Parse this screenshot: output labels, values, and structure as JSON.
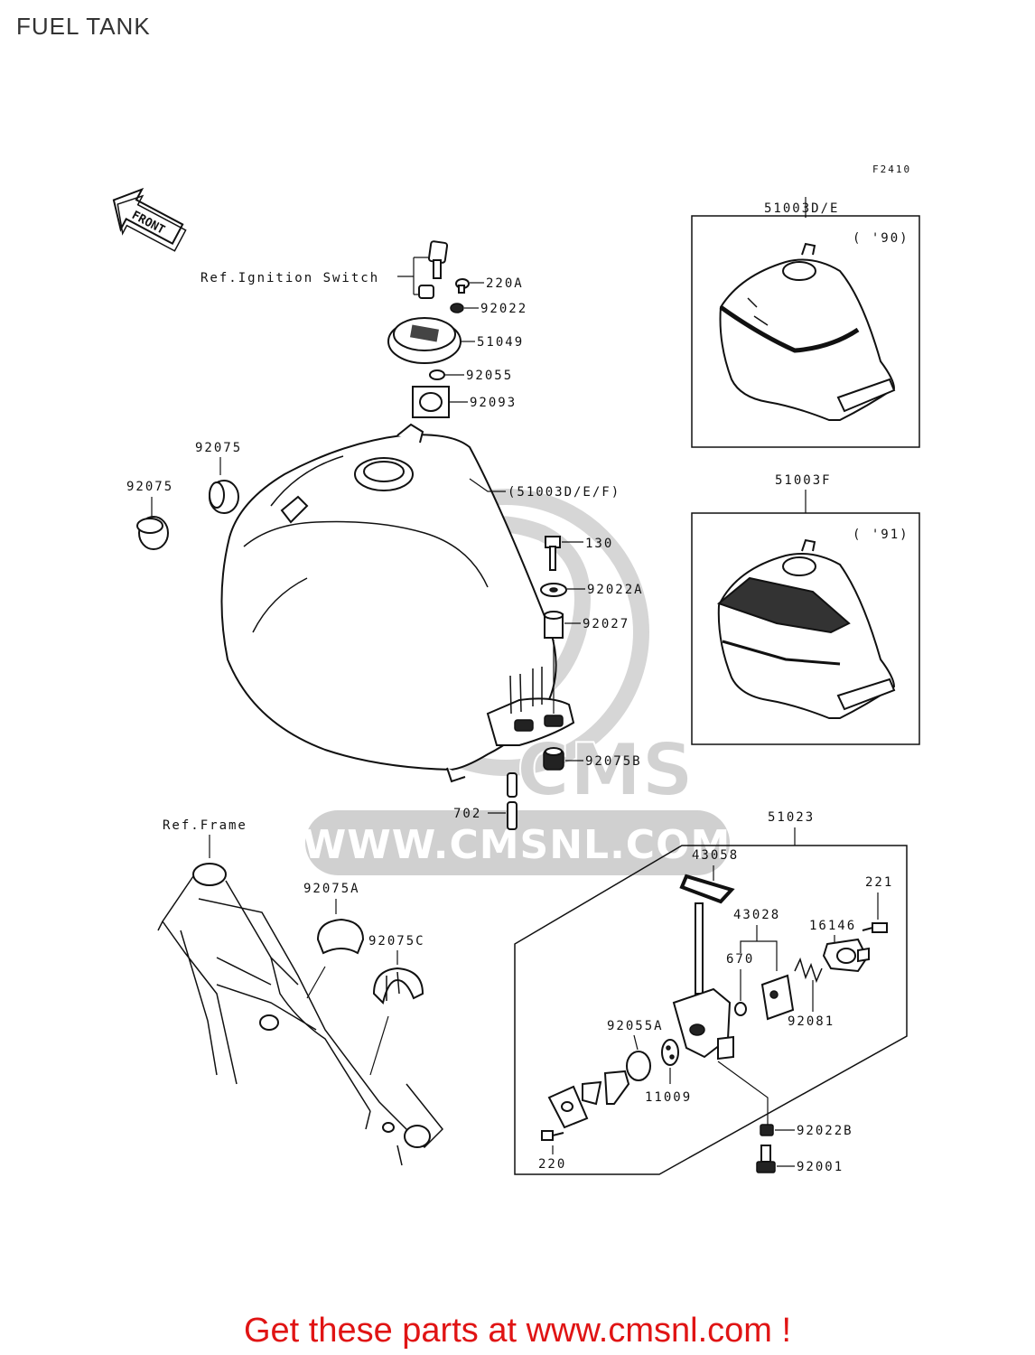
{
  "page_title": "FUEL TANK",
  "figure_code": "F2410",
  "front_arrow": "FRONT",
  "ref_ignition": "Ref.Ignition Switch",
  "ref_frame": "Ref.Frame",
  "watermark_text": "WWW.CMSNL.COM",
  "watermark_logo": "CMS",
  "promo_text": "Get these parts at www.cmsnl.com !",
  "insets": [
    {
      "part": "51003D/E",
      "year": "( '90)"
    },
    {
      "part": "51003F",
      "year": "( '91)"
    }
  ],
  "parts": {
    "p220A": "220A",
    "p92022": "92022",
    "p51049": "51049",
    "p92055": "92055",
    "p92093": "92093",
    "p92075_a": "92075",
    "p92075_b": "92075",
    "tank": "(51003D/E/F)",
    "p130": "130",
    "p92022A": "92022A",
    "p92027": "92027",
    "p92075B": "92075B",
    "p702": "702",
    "p92075A": "92075A",
    "p92075C": "92075C",
    "p51023": "51023",
    "p43058": "43058",
    "p43028": "43028",
    "p16146": "16146",
    "p221": "221",
    "p670": "670",
    "p92081": "92081",
    "p92055A": "92055A",
    "p11009": "11009",
    "p92022B": "92022B",
    "p220": "220",
    "p92001": "92001"
  },
  "colors": {
    "promo": "#e01414",
    "watermark": "#d0d0d0",
    "ink": "#111111"
  }
}
